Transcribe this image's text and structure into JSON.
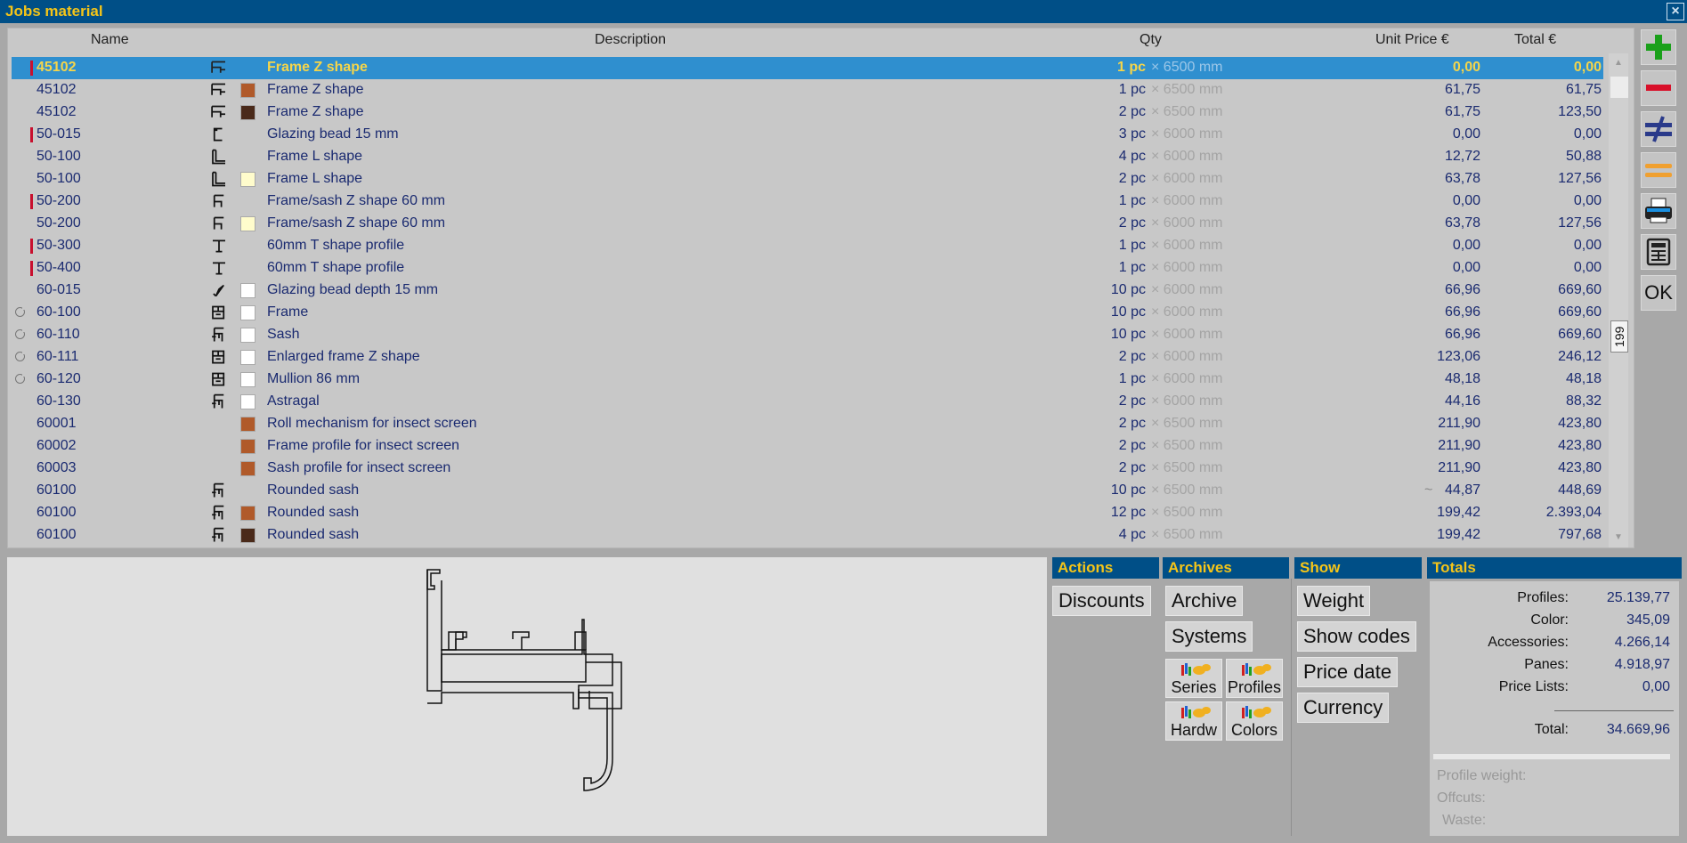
{
  "window": {
    "title": "Jobs material",
    "close_icon": "close-icon"
  },
  "columns": {
    "name": "Name",
    "description": "Description",
    "qty": "Qty",
    "unit_price": "Unit Price €",
    "total": "Total €"
  },
  "rows": [
    {
      "name": "45102",
      "desc": "Frame Z shape",
      "qty": "1 pc",
      "len": "× 6500 mm",
      "unit": "0,00",
      "total": "0,00",
      "mark": true,
      "lock": false,
      "swatch": "",
      "profile": "z",
      "selected": true
    },
    {
      "name": "45102",
      "desc": "Frame Z shape",
      "qty": "1 pc",
      "len": "× 6500 mm",
      "unit": "61,75",
      "total": "61,75",
      "mark": false,
      "lock": false,
      "swatch": "#b05a2a",
      "profile": "z"
    },
    {
      "name": "45102",
      "desc": "Frame Z shape",
      "qty": "2 pc",
      "len": "× 6500 mm",
      "unit": "61,75",
      "total": "123,50",
      "mark": false,
      "lock": false,
      "swatch": "#4a2a1a",
      "profile": "z"
    },
    {
      "name": "50-015",
      "desc": "Glazing bead 15 mm",
      "qty": "3 pc",
      "len": "× 6000 mm",
      "unit": "0,00",
      "total": "0,00",
      "mark": true,
      "lock": false,
      "swatch": "",
      "profile": "bead"
    },
    {
      "name": "50-100",
      "desc": "Frame L shape",
      "qty": "4 pc",
      "len": "× 6000 mm",
      "unit": "12,72",
      "total": "50,88",
      "mark": false,
      "lock": false,
      "swatch": "",
      "profile": "l"
    },
    {
      "name": "50-100",
      "desc": "Frame L shape",
      "qty": "2 pc",
      "len": "× 6000 mm",
      "unit": "63,78",
      "total": "127,56",
      "mark": false,
      "lock": false,
      "swatch": "#fffccc",
      "profile": "l"
    },
    {
      "name": "50-200",
      "desc": "Frame/sash Z shape 60 mm",
      "qty": "1 pc",
      "len": "× 6000 mm",
      "unit": "0,00",
      "total": "0,00",
      "mark": true,
      "lock": false,
      "swatch": "",
      "profile": "z2"
    },
    {
      "name": "50-200",
      "desc": "Frame/sash Z shape 60 mm",
      "qty": "2 pc",
      "len": "× 6000 mm",
      "unit": "63,78",
      "total": "127,56",
      "mark": false,
      "lock": false,
      "swatch": "#fffccc",
      "profile": "z2"
    },
    {
      "name": "50-300",
      "desc": "60mm T shape profile",
      "qty": "1 pc",
      "len": "× 6000 mm",
      "unit": "0,00",
      "total": "0,00",
      "mark": true,
      "lock": false,
      "swatch": "",
      "profile": "t"
    },
    {
      "name": "50-400",
      "desc": "60mm T shape profile",
      "qty": "1 pc",
      "len": "× 6000 mm",
      "unit": "0,00",
      "total": "0,00",
      "mark": true,
      "lock": false,
      "swatch": "",
      "profile": "t"
    },
    {
      "name": "60-015",
      "desc": "Glazing bead depth 15 mm",
      "qty": "10 pc",
      "len": "× 6000 mm",
      "unit": "66,96",
      "total": "669,60",
      "mark": false,
      "lock": false,
      "swatch": "#ffffff",
      "profile": "bead2"
    },
    {
      "name": "60-100",
      "desc": "Frame",
      "qty": "10 pc",
      "len": "× 6000 mm",
      "unit": "66,96",
      "total": "669,60",
      "mark": false,
      "lock": true,
      "swatch": "#ffffff",
      "profile": "frame"
    },
    {
      "name": "60-110",
      "desc": "Sash",
      "qty": "10 pc",
      "len": "× 6000 mm",
      "unit": "66,96",
      "total": "669,60",
      "mark": false,
      "lock": true,
      "swatch": "#ffffff",
      "profile": "sash"
    },
    {
      "name": "60-111",
      "desc": "Enlarged frame Z shape",
      "qty": "2 pc",
      "len": "× 6000 mm",
      "unit": "123,06",
      "total": "246,12",
      "mark": false,
      "lock": true,
      "swatch": "#ffffff",
      "profile": "frame"
    },
    {
      "name": "60-120",
      "desc": "Mullion 86 mm",
      "qty": "1 pc",
      "len": "× 6000 mm",
      "unit": "48,18",
      "total": "48,18",
      "mark": false,
      "lock": true,
      "swatch": "#ffffff",
      "profile": "frame"
    },
    {
      "name": "60-130",
      "desc": "Astragal",
      "qty": "2 pc",
      "len": "× 6000 mm",
      "unit": "44,16",
      "total": "88,32",
      "mark": false,
      "lock": false,
      "swatch": "#ffffff",
      "profile": "sash"
    },
    {
      "name": "60001",
      "desc": "Roll mechanism for insect screen",
      "qty": "2 pc",
      "len": "× 6500 mm",
      "unit": "211,90",
      "total": "423,80",
      "mark": false,
      "lock": false,
      "swatch": "#b05a2a",
      "profile": ""
    },
    {
      "name": "60002",
      "desc": "Frame profile for insect screen",
      "qty": "2 pc",
      "len": "× 6500 mm",
      "unit": "211,90",
      "total": "423,80",
      "mark": false,
      "lock": false,
      "swatch": "#b05a2a",
      "profile": ""
    },
    {
      "name": "60003",
      "desc": "Sash profile for insect screen",
      "qty": "2 pc",
      "len": "× 6500 mm",
      "unit": "211,90",
      "total": "423,80",
      "mark": false,
      "lock": false,
      "swatch": "#b05a2a",
      "profile": ""
    },
    {
      "name": "60100",
      "desc": "Rounded sash",
      "qty": "10 pc",
      "len": "× 6500 mm",
      "unit": "44,87",
      "total": "448,69",
      "mark": false,
      "lock": false,
      "swatch": "",
      "profile": "sash",
      "tilde": "~"
    },
    {
      "name": "60100",
      "desc": "Rounded sash",
      "qty": "12 pc",
      "len": "× 6500 mm",
      "unit": "199,42",
      "total": "2.393,04",
      "mark": false,
      "lock": false,
      "swatch": "#b05a2a",
      "profile": "sash"
    },
    {
      "name": "60100",
      "desc": "Rounded sash",
      "qty": "4 pc",
      "len": "× 6500 mm",
      "unit": "199,42",
      "total": "797,68",
      "mark": false,
      "lock": false,
      "swatch": "#4a2a1a",
      "profile": "sash"
    }
  ],
  "scroll": {
    "count": "199"
  },
  "toolbar": [
    {
      "name": "add-button",
      "icon": "plus-icon"
    },
    {
      "name": "remove-button",
      "icon": "minus-icon"
    },
    {
      "name": "not-equal-button",
      "icon": "not-equal-icon"
    },
    {
      "name": "equal-button",
      "icon": "equal-icon"
    },
    {
      "name": "print-button",
      "icon": "printer-icon"
    },
    {
      "name": "calculator-button",
      "icon": "calculator-icon"
    },
    {
      "name": "ok-button",
      "label": "OK"
    }
  ],
  "actions": {
    "title": "Actions",
    "discounts": "Discounts"
  },
  "archives": {
    "title": "Archives",
    "archive": "Archive",
    "systems": "Systems",
    "series": "Series",
    "profiles": "Profiles",
    "hardw": "Hardw",
    "colors": "Colors"
  },
  "show": {
    "title": "Show",
    "weight": "Weight",
    "show_codes": "Show codes",
    "price_date": "Price date",
    "currency": "Currency"
  },
  "totals": {
    "title": "Totals",
    "profiles_label": "Profiles:",
    "profiles": "25.139,77",
    "color_label": "Color:",
    "color": "345,09",
    "accessories_label": "Accessories:",
    "accessories": "4.266,14",
    "panes_label": "Panes:",
    "panes": "4.918,97",
    "pricelists_label": "Price Lists:",
    "pricelists": "0,00",
    "total_label": "Total:",
    "total": "34.669,96",
    "profile_weight_label": "Profile weight:",
    "offcuts_label": "Offcuts:",
    "waste_label": "Waste:"
  },
  "colors": {
    "titlebar": "#004f87",
    "accent": "#f5c518",
    "selection": "#2f8fcf",
    "text": "#1a2a70",
    "mark": "#c8102e"
  }
}
